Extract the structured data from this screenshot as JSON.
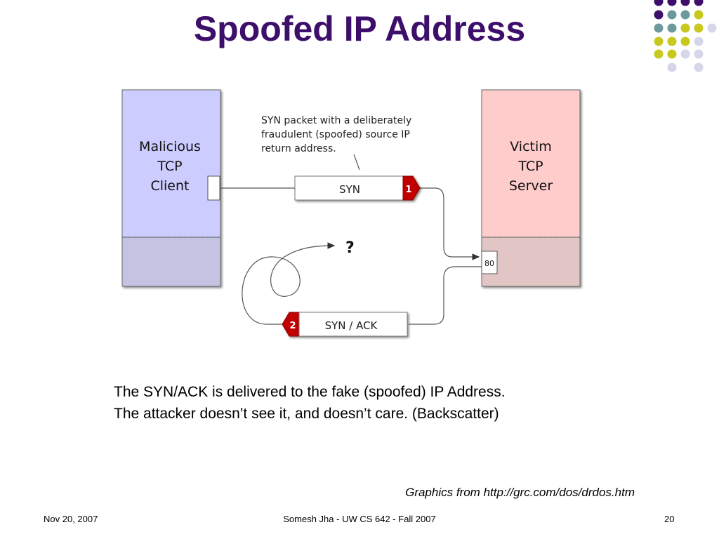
{
  "slide": {
    "title": "Spoofed IP Address",
    "caption_lines": [
      "The SYN/ACK is delivered to the fake (spoofed) IP Address.",
      "The attacker doesn’t see it, and doesn’t care. (Backscatter)"
    ],
    "credit": "Graphics from http://grc.com/dos/drdos.htm",
    "footer": {
      "date": "Nov 20, 2007",
      "center": "Somesh Jha - UW CS 642 - Fall 2007",
      "page": "20"
    }
  },
  "diagram": {
    "client_label": [
      "Malicious",
      "TCP",
      "Client"
    ],
    "server_label": [
      "Victim",
      "TCP",
      "Server"
    ],
    "callout": [
      "SYN packet with a deliberately",
      "fraudulent (spoofed) source IP",
      "return address."
    ],
    "packet1": {
      "label": "SYN",
      "number": "1"
    },
    "packet2": {
      "label": "SYN / ACK",
      "number": "2"
    },
    "port": "80",
    "unknown": "?"
  },
  "colors": {
    "title": "#3d0f6b",
    "client_fill": "#ccccff",
    "server_fill": "#ffcccc",
    "packet_tag": "#c00000",
    "dot_purple": "#3d0f6b",
    "dot_teal": "#6b9a9c",
    "dot_yellow": "#c8c81e",
    "dot_lavender": "#d6d6ea"
  }
}
